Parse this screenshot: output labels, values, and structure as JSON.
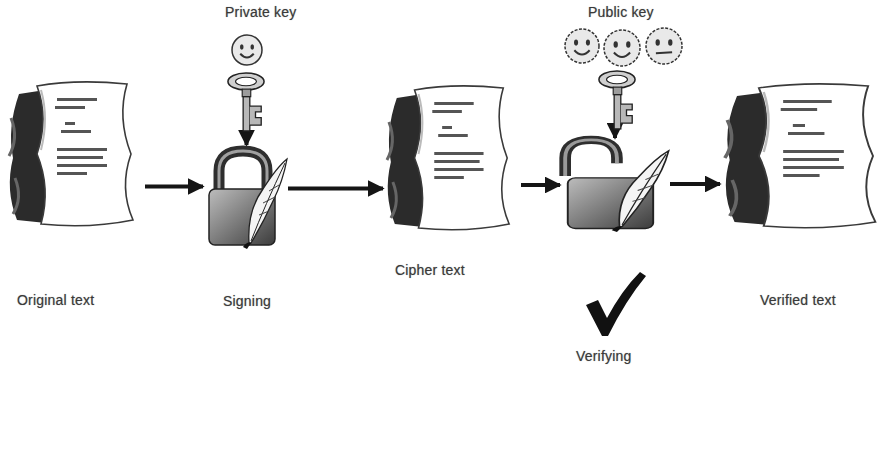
{
  "diagram": {
    "nodes": [
      {
        "text": [
          "Private key"
        ]
      },
      {
        "text": [
          "Public key"
        ]
      },
      {
        "text": [
          "Original text"
        ]
      },
      {
        "text": [
          "Signing"
        ]
      },
      {
        "text": [
          "Cipher text"
        ]
      },
      {
        "text": [
          "Verifying"
        ]
      },
      {
        "text": [
          "Verified text"
        ]
      }
    ],
    "edges": [
      {
        "from": 2,
        "to": 3,
        "arrow": "to"
      },
      {
        "from": 3,
        "to": 4,
        "arrow": "to"
      },
      {
        "from": 4,
        "to": 5,
        "arrow": "to"
      },
      {
        "from": 5,
        "to": 6,
        "arrow": "to"
      },
      {
        "from": 0,
        "to": 3,
        "arrow": "to"
      },
      {
        "from": 1,
        "to": 5,
        "arrow": "to"
      }
    ]
  }
}
